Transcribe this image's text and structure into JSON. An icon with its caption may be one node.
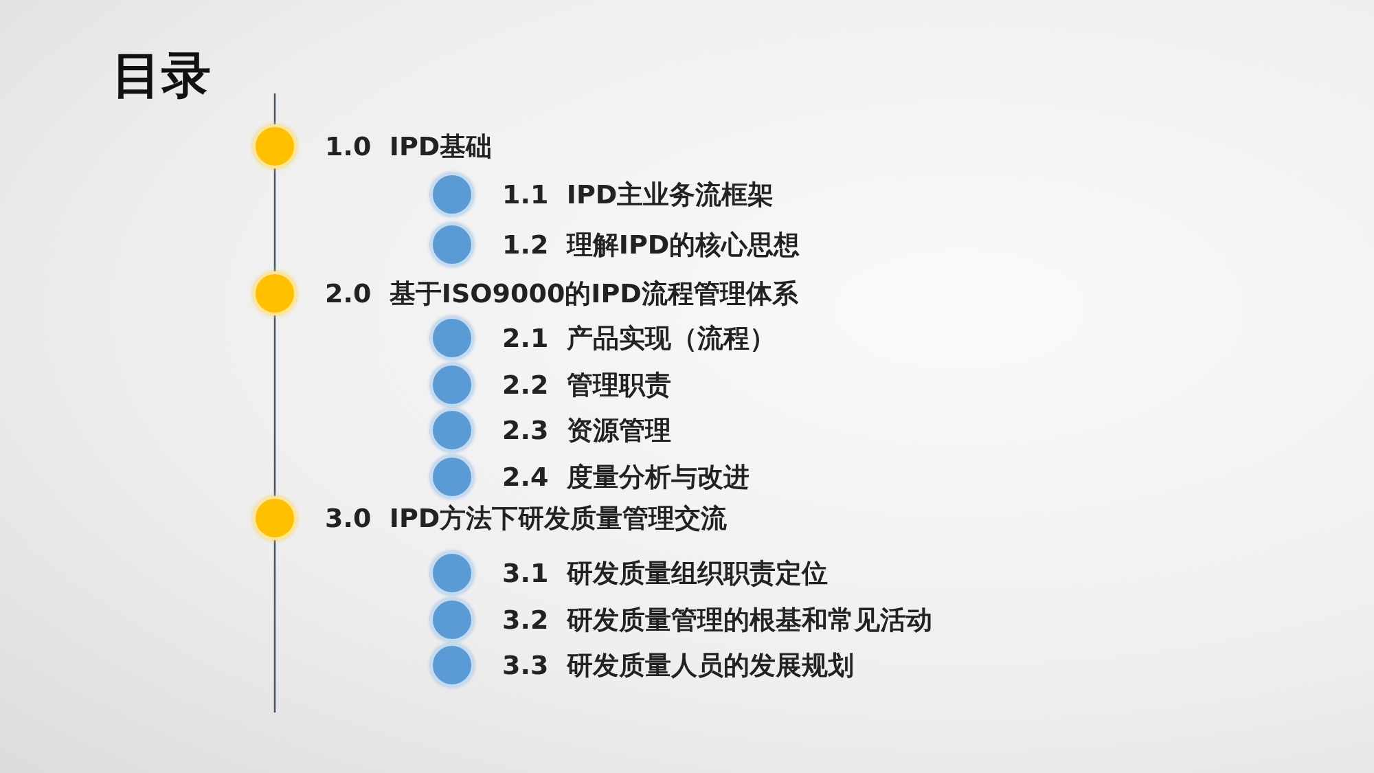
{
  "diagram": {
    "title": "目录",
    "nodes": [
      {
        "text": [],
        "shape": "circle"
      },
      {
        "text": [],
        "shape": "circle"
      },
      {
        "text": [],
        "shape": "circle"
      },
      {
        "text": [],
        "shape": "circle"
      },
      {
        "text": [],
        "shape": "circle"
      },
      {
        "text": [],
        "shape": "circle"
      },
      {
        "text": [],
        "shape": "circle"
      },
      {
        "text": [],
        "shape": "circle"
      },
      {
        "text": [],
        "shape": "circle"
      },
      {
        "text": [],
        "shape": "circle"
      },
      {
        "text": [],
        "shape": "circle"
      },
      {
        "text": [],
        "shape": "circle"
      }
    ],
    "edges": [
      {
        "from": null,
        "to": 0,
        "arrow": "none"
      },
      {
        "from": 0,
        "to": 3,
        "arrow": "none"
      },
      {
        "from": 3,
        "to": 8,
        "arrow": "none"
      },
      {
        "from": 8,
        "to": null,
        "arrow": "none"
      }
    ],
    "labels": [
      "1.0 IPD基础",
      "1.1 IPD主业务流框架",
      "1.2 理解IPD的核心思想",
      "2.0 基于ISO9000的IPD流程管理体系",
      "2.1 产品实现（流程）",
      "2.2 管理职责",
      "2.3 资源管理",
      "2.4 度量分析与改进",
      "3.0 IPD方法下研发质量管理交流",
      "3.1 研发质量组织职责定位",
      "3.2 研发质量管理的根基和常见活动",
      "3.3 研发质量人员的发展规划"
    ]
  }
}
